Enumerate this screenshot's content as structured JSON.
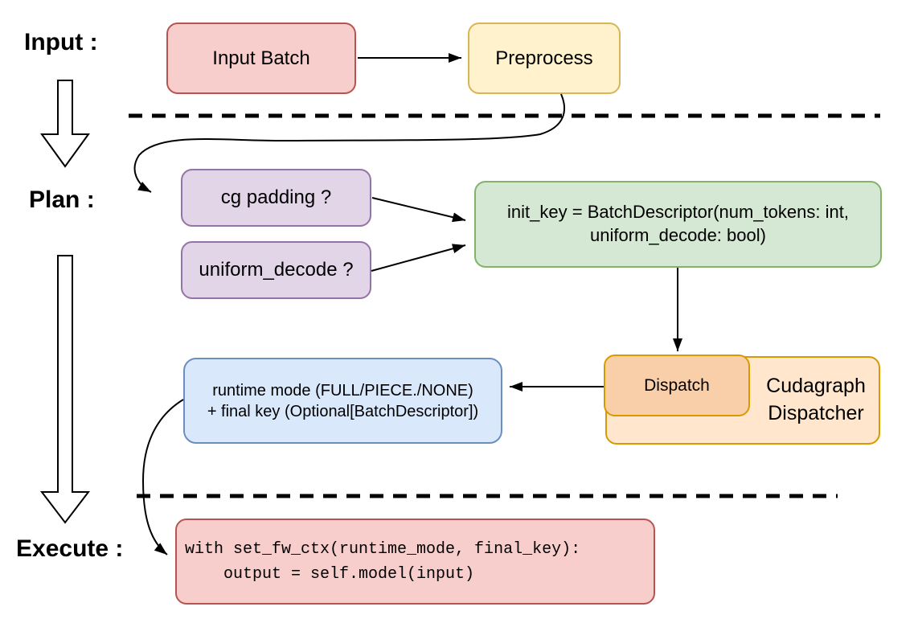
{
  "diagram": {
    "title_context": "cudagraph dispatch flow",
    "stage_labels": {
      "input": "Input :",
      "plan": "Plan :",
      "execute": "Execute :"
    },
    "nodes": {
      "input_batch": {
        "label": "Input Batch",
        "fill": "#f8cecc",
        "stroke": "#b85450"
      },
      "preprocess": {
        "label": "Preprocess",
        "fill": "#fff2cc",
        "stroke": "#d6b656"
      },
      "cg_padding": {
        "label": "cg padding ?",
        "fill": "#e1d5e7",
        "stroke": "#9673a6"
      },
      "uniform_decode": {
        "label": "uniform_decode ?",
        "fill": "#e1d5e7",
        "stroke": "#9673a6"
      },
      "init_key": {
        "line1": "init_key = BatchDescriptor(num_tokens: int,",
        "line2": "uniform_decode: bool)",
        "fill": "#d5e8d4",
        "stroke": "#82b366"
      },
      "dispatch": {
        "label": "Dispatch",
        "fill": "#f9cfa9",
        "stroke": "#d79b00"
      },
      "cudagraph_dispatcher": {
        "line1": "Cudagraph",
        "line2": "Dispatcher",
        "fill": "#ffe6cc",
        "stroke": "#d79b00"
      },
      "runtime_mode": {
        "line1": "runtime mode (FULL/PIECE./NONE)",
        "line2": "+ final key (Optional[BatchDescriptor])",
        "fill": "#dae8fc",
        "stroke": "#6c8ebf"
      },
      "execute_code": {
        "line1": "with set_fw_ctx(runtime_mode, final_key):",
        "line2": "    output = self.model(input)",
        "fill": "#f8cecc",
        "stroke": "#b85450"
      }
    },
    "connector_color": "#000000"
  }
}
